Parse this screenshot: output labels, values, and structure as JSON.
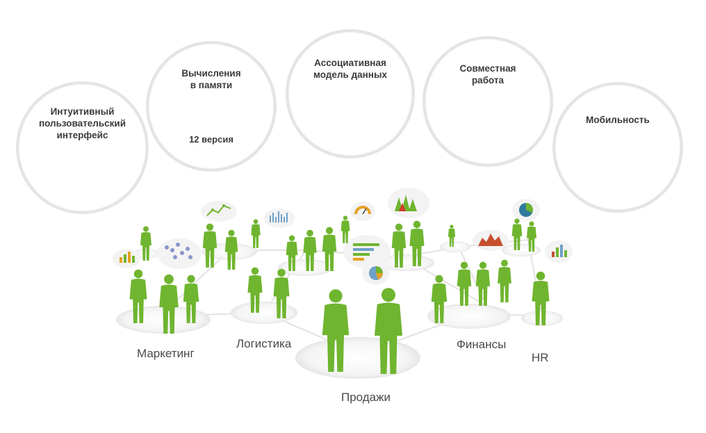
{
  "features": [
    {
      "id": "ui",
      "title_lines": [
        "Интуитивный",
        "пользовательский",
        "интерфейс"
      ]
    },
    {
      "id": "memory",
      "title_lines": [
        "Вычисления",
        "в памяти"
      ],
      "subtitle": "12 версия"
    },
    {
      "id": "assoc",
      "title_lines": [
        "Ассоциативная",
        "модель данных"
      ]
    },
    {
      "id": "collab",
      "title_lines": [
        "Совместная",
        "работа"
      ]
    },
    {
      "id": "mobile",
      "title_lines": [
        "Мобильность"
      ]
    }
  ],
  "departments": {
    "marketing": "Маркетинг",
    "logistics": "Логистика",
    "sales": "Продажи",
    "finance": "Финансы",
    "hr": "HR"
  },
  "colors": {
    "figure_green": "#6fb52f",
    "bubble_fill": "#f3f3f3",
    "circle_border": "#e4e4e4",
    "text_dark": "#3a3a3a"
  }
}
